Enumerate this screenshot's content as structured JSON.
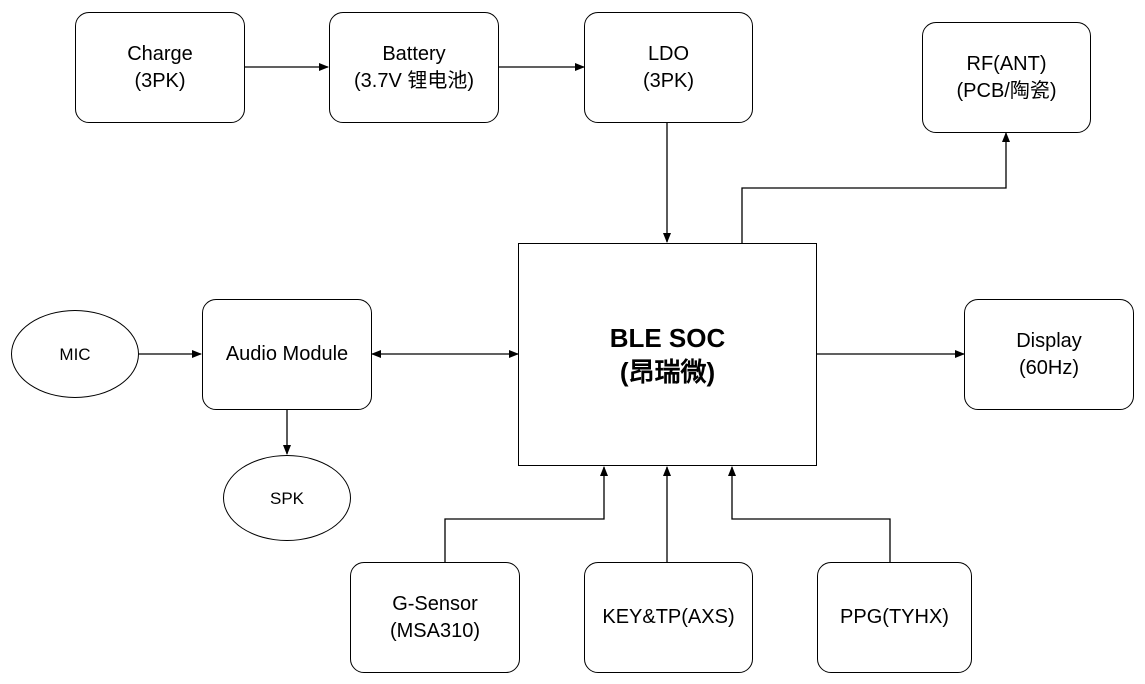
{
  "nodes": {
    "charge": {
      "line1": "Charge",
      "line2": "(3PK)"
    },
    "battery": {
      "line1": "Battery",
      "line2": "(3.7V 锂电池)"
    },
    "ldo": {
      "line1": "LDO",
      "line2": "(3PK)"
    },
    "rf": {
      "line1": "RF(ANT)",
      "line2": "(PCB/陶瓷)"
    },
    "mic": {
      "label": "MIC"
    },
    "audio": {
      "label": "Audio Module"
    },
    "spk": {
      "label": "SPK"
    },
    "soc": {
      "line1": "BLE SOC",
      "line2": "(昂瑞微)"
    },
    "display": {
      "line1": "Display",
      "line2": "(60Hz)"
    },
    "gsensor": {
      "line1": "G-Sensor",
      "line2": "(MSA310)"
    },
    "key": {
      "label": "KEY&TP(AXS)"
    },
    "ppg": {
      "label": "PPG(TYHX)"
    }
  },
  "edges": [
    {
      "from": "charge",
      "to": "battery",
      "direction": "forward"
    },
    {
      "from": "battery",
      "to": "ldo",
      "direction": "forward"
    },
    {
      "from": "ldo",
      "to": "soc",
      "direction": "forward"
    },
    {
      "from": "soc",
      "to": "rf",
      "direction": "forward"
    },
    {
      "from": "mic",
      "to": "audio",
      "direction": "forward"
    },
    {
      "from": "audio",
      "to": "soc",
      "direction": "both"
    },
    {
      "from": "audio",
      "to": "spk",
      "direction": "forward"
    },
    {
      "from": "soc",
      "to": "display",
      "direction": "forward"
    },
    {
      "from": "gsensor",
      "to": "soc",
      "direction": "forward"
    },
    {
      "from": "key",
      "to": "soc",
      "direction": "forward"
    },
    {
      "from": "ppg",
      "to": "soc",
      "direction": "forward"
    }
  ],
  "colors": {
    "stroke": "#000000",
    "fill": "#ffffff"
  }
}
